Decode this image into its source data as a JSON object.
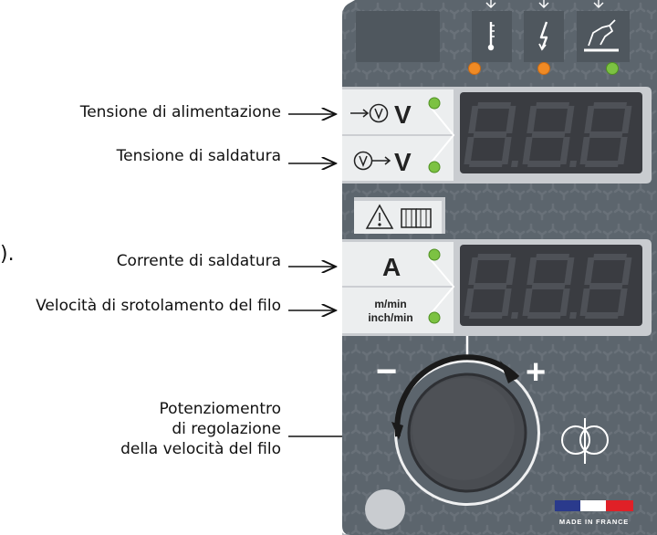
{
  "stray_text": ").",
  "callouts": {
    "supply_voltage": "Tensione di alimentazione",
    "welding_voltage": "Tensione di saldatura",
    "welding_current": "Corrente di saldatura",
    "wire_speed": "Velocità di srotolamento del filo",
    "potentiometer_line1": "Potenziomentro",
    "potentiometer_line2": "di regolazione",
    "potentiometer_line3": "della velocità del filo"
  },
  "panel": {
    "voltage_unit_1": "V",
    "voltage_unit_2": "V",
    "current_unit": "A",
    "speed_unit_metric": "m/min",
    "speed_unit_imperial": "inch/min",
    "minus_sign": "−",
    "plus_sign": "+",
    "made_in": "MADE IN FRANCE",
    "display_top": "8.8.8",
    "display_bottom": "8.8.8"
  },
  "icons": {
    "indicator_1": "thermometer-icon",
    "indicator_2": "lightning-icon",
    "indicator_3": "welding-torch-icon",
    "warning": "warning-icon",
    "manual": "manual-book-icon",
    "wire_speed": "wire-spool-icon"
  },
  "colors": {
    "panel": "#5c656d",
    "panel_light": "#6b737b",
    "display_bg": "#3a3c41",
    "display_segment": "#4e5157",
    "led_orange": "#f08a24",
    "led_green": "#7cc242",
    "knob": "#4a4d52",
    "flag_blue": "#2a3a8c",
    "flag_red": "#e02027"
  }
}
